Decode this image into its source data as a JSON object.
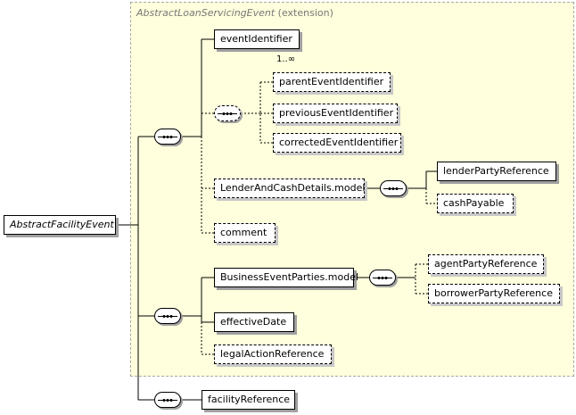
{
  "extension": {
    "base_type": "AbstractLoanServicingEvent",
    "suffix": "(extension)"
  },
  "root": {
    "label": "AbstractFacilityEvent"
  },
  "nodes": {
    "eventIdentifier": "eventIdentifier",
    "eventIdentifier_cardinality": "1..∞",
    "parentEventIdentifier": "parentEventIdentifier",
    "previousEventIdentifier": "previousEventIdentifier",
    "correctedEventIdentifier": "correctedEventIdentifier",
    "lenderAndCashDetailsModel": "LenderAndCashDetails.model",
    "lenderPartyReference": "lenderPartyReference",
    "cashPayable": "cashPayable",
    "comment": "comment",
    "businessEventPartiesModel": "BusinessEventParties.model",
    "agentPartyReference": "agentPartyReference",
    "borrowerPartyReference": "borrowerPartyReference",
    "effectiveDate": "effectiveDate",
    "legalActionReference": "legalActionReference",
    "facilityReference": "facilityReference"
  }
}
